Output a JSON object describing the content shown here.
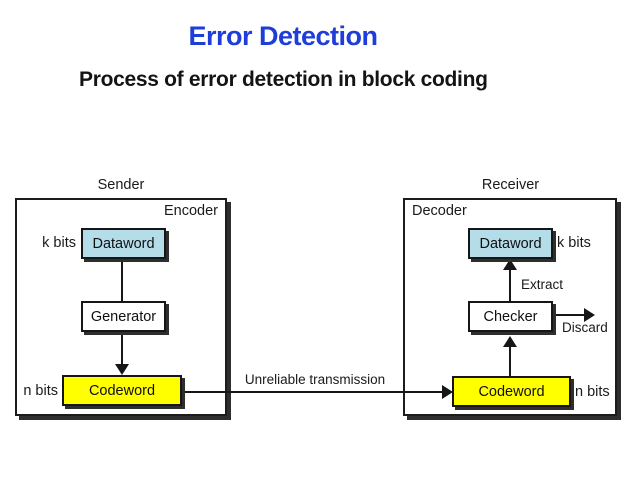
{
  "slide": {
    "title": "Error Detection",
    "subtitle": "Process of error detection in block coding"
  },
  "colors": {
    "title_blue": "#1f3ed9",
    "text": "#1a1a1a",
    "dataword_fill": "#b4dde9",
    "codeword_fill": "#ffff00",
    "generator_fill": "#ffffff",
    "box_border": "#161616",
    "box_shadow": "#2e2e2e",
    "background": "#ffffff"
  },
  "diagram": {
    "sender": {
      "group_label": "Sender",
      "box_label": "Encoder",
      "dataword_label": "Dataword",
      "dataword_bits": "k bits",
      "generator_label": "Generator",
      "codeword_label": "Codeword",
      "codeword_bits": "n bits"
    },
    "receiver": {
      "group_label": "Receiver",
      "box_label": "Decoder",
      "dataword_label": "Dataword",
      "dataword_bits": "k bits",
      "checker_label": "Checker",
      "extract_label": "Extract",
      "discard_label": "Discard",
      "codeword_label": "Codeword",
      "codeword_bits": "n bits"
    },
    "channel": {
      "label": "Unreliable transmission"
    }
  }
}
